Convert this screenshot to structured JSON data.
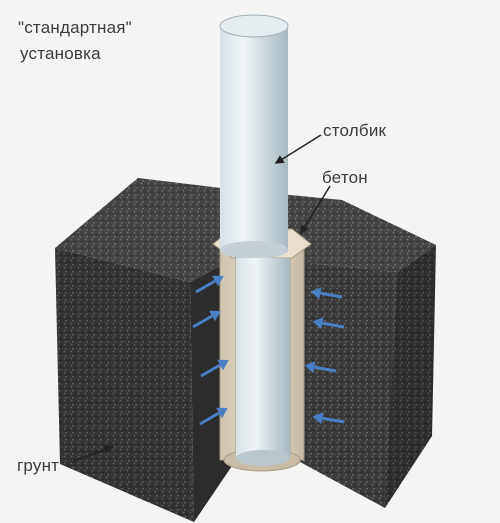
{
  "title": {
    "line1": "\"стандартная\"",
    "line2": "установка"
  },
  "labels": {
    "post": "столбик",
    "concrete": "бетон",
    "soil": "грунт"
  },
  "colors": {
    "background": "#f4f4f2",
    "soil": "#3a3a3a",
    "concrete": "#d9cfbd",
    "post": "#c9d6dc",
    "pressure_arrows": "#4a7fc4",
    "leader_lines": "#222222"
  },
  "icons": {
    "pressure": "arrow-icon"
  }
}
